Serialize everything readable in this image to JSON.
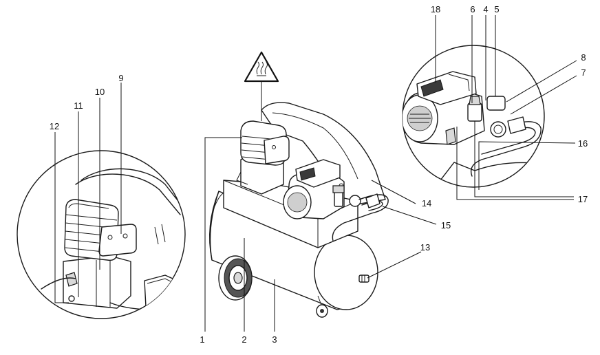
{
  "callouts": {
    "c1": "1",
    "c2": "2",
    "c3": "3",
    "c4": "4",
    "c5": "5",
    "c6": "6",
    "c7": "7",
    "c8": "8",
    "c9": "9",
    "c10": "10",
    "c11": "11",
    "c12": "12",
    "c13": "13",
    "c14": "14",
    "c15": "15",
    "c16": "16",
    "c17": "17",
    "c18": "18"
  },
  "icons": {
    "warning": "hot-surface-warning-icon"
  }
}
